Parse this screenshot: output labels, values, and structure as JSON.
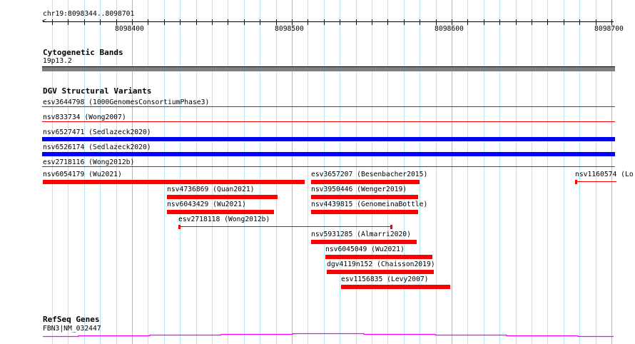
{
  "ruler": {
    "location": "chr19:8098344..8098701",
    "start": 8098344,
    "end": 8098701,
    "labels": [
      "8098400",
      "8098500",
      "8098600",
      "8098700"
    ]
  },
  "cytobands": {
    "title": "Cytogenetic Bands",
    "band": "19p13.2",
    "color": "#808080"
  },
  "dgv": {
    "title": "DGV Structural Variants",
    "full_rows": [
      {
        "label": "esv3644798 (1000GenomesConsortiumPhase3)",
        "style": "thin",
        "color": "#ff0000"
      },
      {
        "label": "nsv833734 (Wong2007)",
        "style": "thin",
        "color": "#ff0000"
      },
      {
        "label": "nsv6527471 (Sedlazeck2020)",
        "style": "thick",
        "color": "#0000ff"
      },
      {
        "label": "nsv6526174 (Sedlazeck2020)",
        "style": "thick",
        "color": "#0000ff"
      },
      {
        "label": "esv2718116 (Wong2012b)",
        "style": "thin",
        "color": "#ff0000"
      }
    ],
    "features": [
      {
        "label": "nsv6054179 (Wu2021)",
        "start": 8098344,
        "end": 8098508,
        "row": 0,
        "style": "bar"
      },
      {
        "label": "esv3657207 (Besenbacher2015)",
        "start": 8098512,
        "end": 8098580,
        "row": 0,
        "style": "bar"
      },
      {
        "label": "nsv1160574 (Lo",
        "start": 8098677,
        "end": 8098703,
        "row": 0,
        "style": "line"
      },
      {
        "label": "nsv4736869 (Quan2021)",
        "start": 8098422,
        "end": 8098491,
        "row": 1,
        "style": "bar"
      },
      {
        "label": "nsv3950446 (Wenger2019)",
        "start": 8098512,
        "end": 8098579,
        "row": 1,
        "style": "bar"
      },
      {
        "label": "nsv6043429 (Wu2021)",
        "start": 8098422,
        "end": 8098489,
        "row": 2,
        "style": "bar"
      },
      {
        "label": "nsv4439815 (GenomeinaBottle)",
        "start": 8098512,
        "end": 8098579,
        "row": 2,
        "style": "bar"
      },
      {
        "label": "esv2718118 (Wong2012b)",
        "start": 8098429,
        "end": 8098563,
        "row": 3,
        "style": "line"
      },
      {
        "label": "nsv5931285 (Almarri2020)",
        "start": 8098512,
        "end": 8098578,
        "row": 4,
        "style": "bar"
      },
      {
        "label": "nsv6045049 (Wu2021)",
        "start": 8098521,
        "end": 8098588,
        "row": 5,
        "style": "bar"
      },
      {
        "label": "dgv4119n152 (Chaisson2019)",
        "start": 8098522,
        "end": 8098589,
        "row": 6,
        "style": "bar"
      },
      {
        "label": "esv1156835 (Levy2007)",
        "start": 8098531,
        "end": 8098599,
        "row": 7,
        "style": "bar"
      }
    ]
  },
  "refseq": {
    "title": "RefSeq Genes",
    "gene": "FBN3|NM_032447",
    "color": "#ff00ff"
  }
}
